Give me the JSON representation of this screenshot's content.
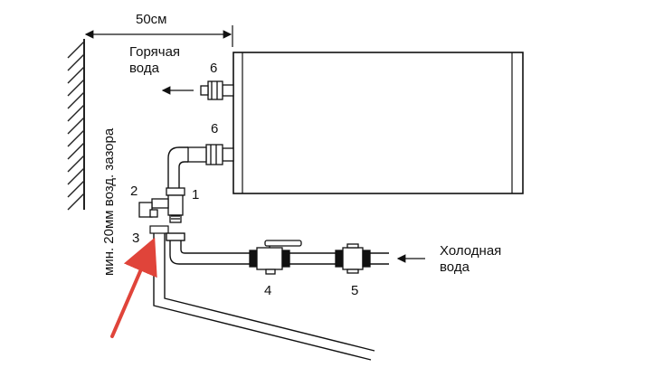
{
  "dimension_label": "50см",
  "wall_gap_label": "мин. 20мм возд. зазора",
  "hot_water": {
    "line1": "Горячая",
    "line2": "вода"
  },
  "cold_water": {
    "line1": "Холодная",
    "line2": "вода"
  },
  "part_numbers": {
    "n1": "1",
    "n2": "2",
    "n3": "3",
    "n4": "4",
    "n5": "5",
    "n6_top": "6",
    "n6_bottom": "6"
  },
  "colors": {
    "line": "#111111",
    "arrow_highlight": "#e0443a",
    "wall_hatch": "#222222"
  }
}
